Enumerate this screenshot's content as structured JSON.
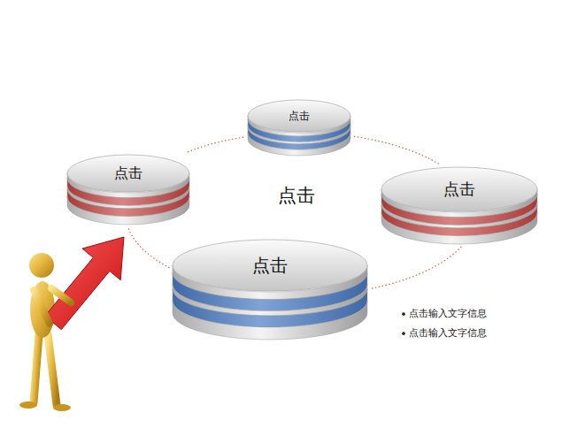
{
  "diagram": {
    "nodes": [
      {
        "text": [
          "点击"
        ]
      },
      {
        "text": [
          "点击"
        ]
      },
      {
        "text": [
          "点击"
        ]
      },
      {
        "text": [
          "点击"
        ]
      }
    ],
    "edges": [
      {
        "from": 0,
        "to": 2,
        "arrow": "none"
      },
      {
        "from": 2,
        "to": 3,
        "arrow": "none"
      },
      {
        "from": 3,
        "to": 1,
        "arrow": "none"
      },
      {
        "from": 1,
        "to": 0,
        "arrow": "none"
      }
    ],
    "labels": [
      "点击",
      "点击输入文字信息",
      "点击输入文字信息"
    ]
  }
}
